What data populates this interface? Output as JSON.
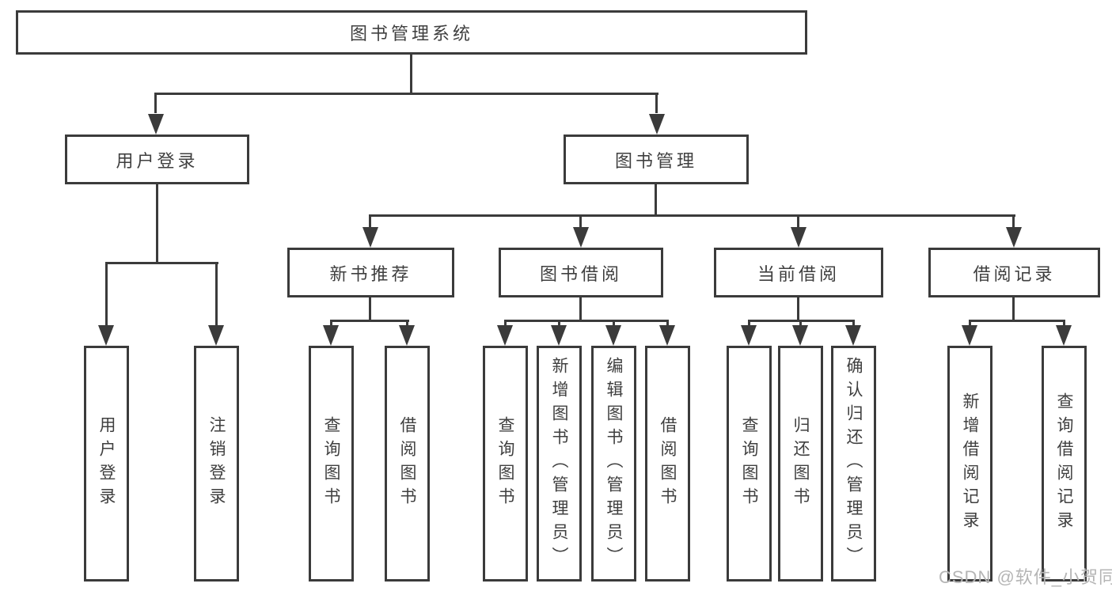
{
  "diagram": {
    "root": {
      "label": "图书管理系统"
    },
    "level2": [
      {
        "label": "用户登录"
      },
      {
        "label": "图书管理"
      }
    ],
    "level3": [
      {
        "label": "新书推荐"
      },
      {
        "label": "图书借阅"
      },
      {
        "label": "当前借阅"
      },
      {
        "label": "借阅记录"
      }
    ],
    "leaves": {
      "user_login": [
        "用户登录",
        "注销登录"
      ],
      "new_book": [
        "查询图书",
        "借阅图书"
      ],
      "book_borrow": [
        "查询图书",
        "新增图书（管理员）",
        "编辑图书（管理员）",
        "借阅图书"
      ],
      "current_borrow": [
        "查询图书",
        "归还图书",
        "确认归还（管理员）"
      ],
      "borrow_records": [
        "新增借阅记录",
        "查询借阅记录"
      ]
    },
    "watermark": "CSDN @软件_小贺同学",
    "colors": {
      "line": "#3b3b3b",
      "text": "#3f3f3f",
      "watermark": "#b5b5b5",
      "background": "#ffffff"
    }
  }
}
